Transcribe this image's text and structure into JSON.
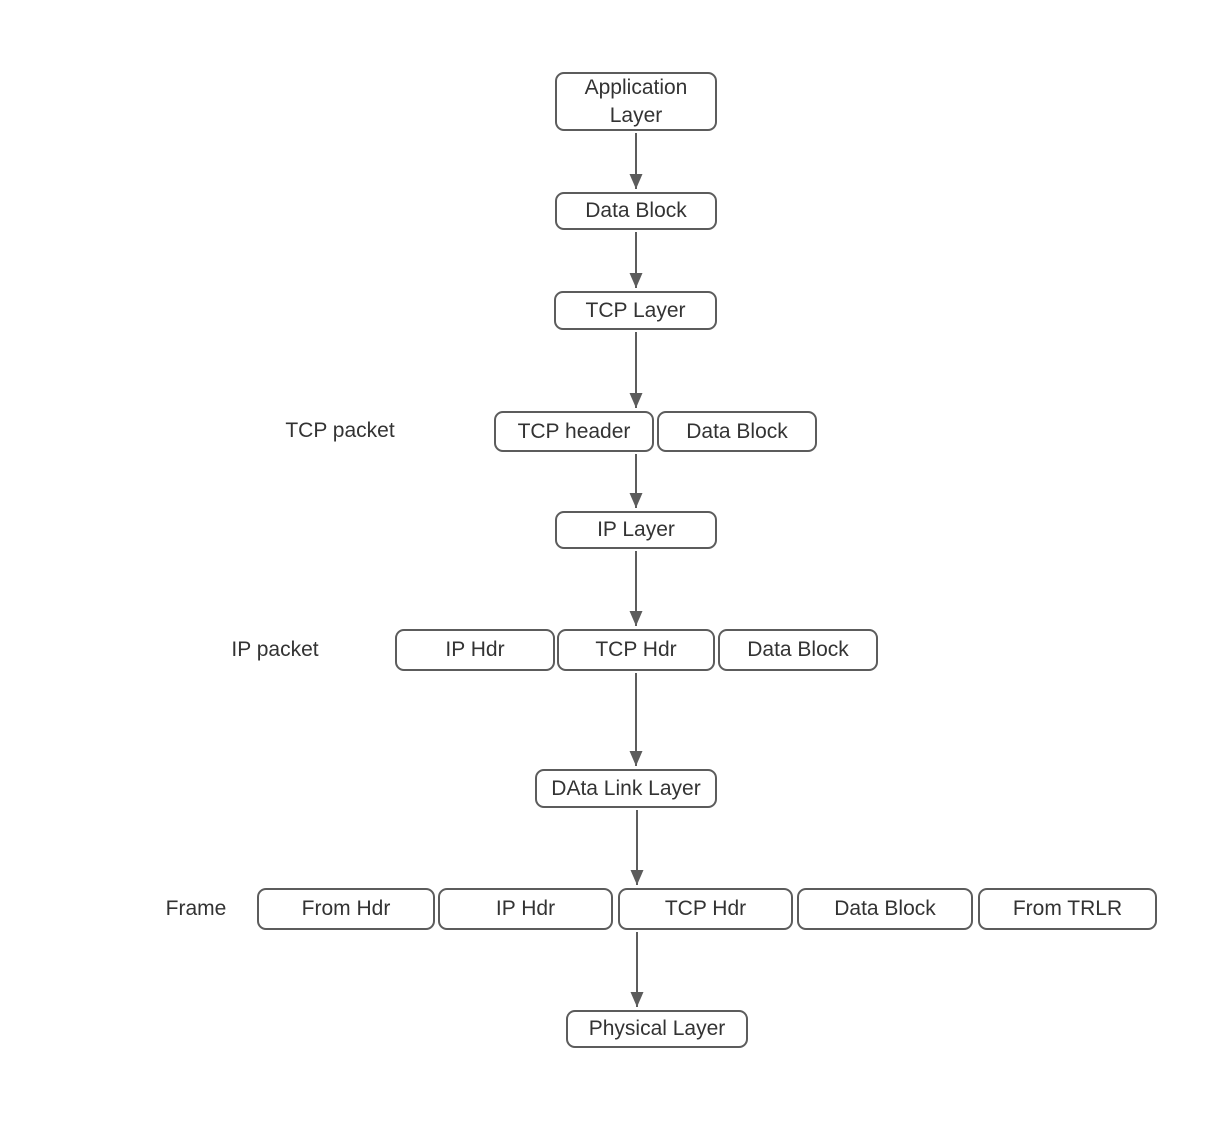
{
  "diagram": {
    "nodes": {
      "application_layer": {
        "label": "Application\nLayer"
      },
      "data_block_1": {
        "label": "Data Block"
      },
      "tcp_layer": {
        "label": "TCP Layer"
      },
      "tcp_header": {
        "label": "TCP header"
      },
      "data_block_2": {
        "label": "Data Block"
      },
      "ip_layer": {
        "label": "IP Layer"
      },
      "ip_hdr_1": {
        "label": "IP Hdr"
      },
      "tcp_hdr_1": {
        "label": "TCP Hdr"
      },
      "data_block_3": {
        "label": "Data Block"
      },
      "data_link_layer": {
        "label": "DAta Link Layer"
      },
      "from_hdr": {
        "label": "From Hdr"
      },
      "ip_hdr_2": {
        "label": "IP Hdr"
      },
      "tcp_hdr_2": {
        "label": "TCP Hdr"
      },
      "data_block_4": {
        "label": "Data Block"
      },
      "from_trlr": {
        "label": "From TRLR"
      },
      "physical_layer": {
        "label": "Physical Layer"
      }
    },
    "row_labels": {
      "tcp_packet": "TCP packet",
      "ip_packet": "IP packet",
      "frame": "Frame"
    },
    "colors": {
      "border": "#5c5c5c",
      "text": "#333333",
      "arrow": "#5c5c5c",
      "background": "#ffffff"
    }
  }
}
